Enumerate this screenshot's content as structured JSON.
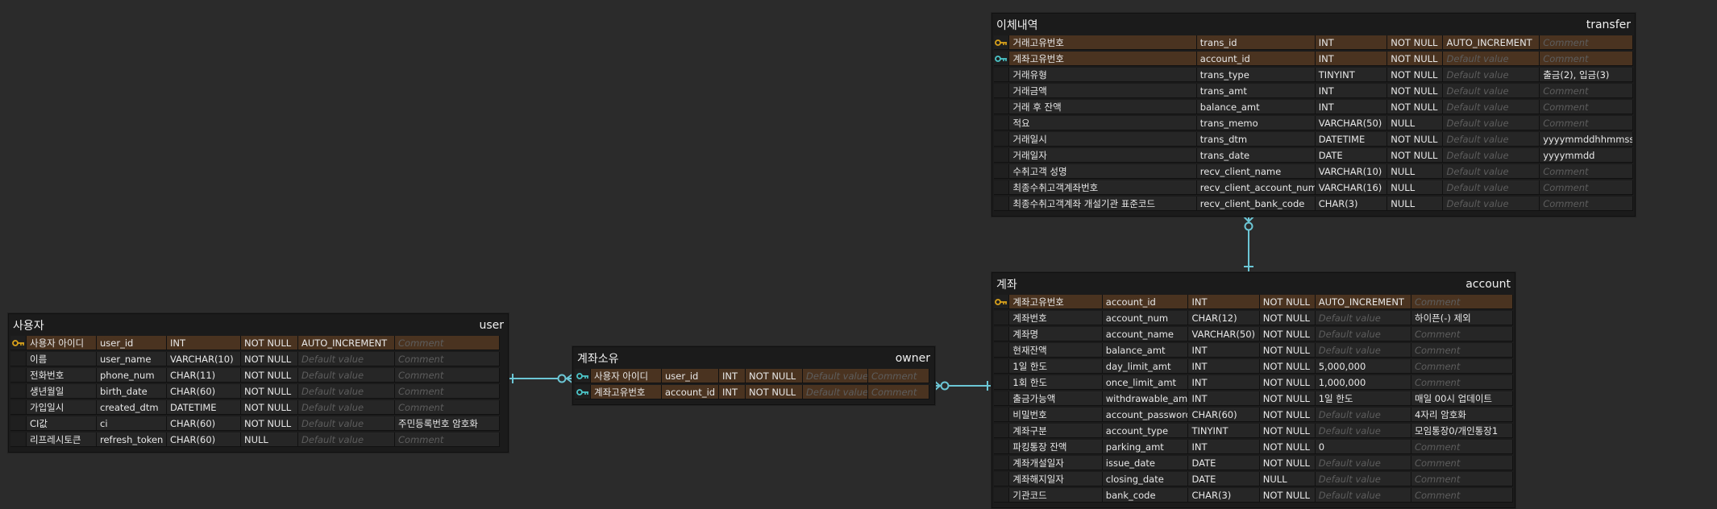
{
  "colors": {
    "pk_key": "#d9a21b",
    "fk_key": "#4cc6c9",
    "relation_line": "#6cc7d6"
  },
  "entities": {
    "transfer": {
      "logical_name": "이체내역",
      "physical_name": "transfer",
      "rows": [
        {
          "key": "pk",
          "logical": "거래고유번호",
          "physical": "trans_id",
          "type": "INT",
          "nullable": "NOT NULL",
          "default": "AUTO_INCREMENT",
          "comment": "Comment"
        },
        {
          "key": "fk",
          "logical": "계좌고유번호",
          "physical": "account_id",
          "type": "INT",
          "nullable": "NOT NULL",
          "default": "Default value",
          "comment": "Comment"
        },
        {
          "key": "",
          "logical": "거래유형",
          "physical": "trans_type",
          "type": "TINYINT",
          "nullable": "NOT NULL",
          "default": "Default value",
          "comment": "출금(2), 입금(3)"
        },
        {
          "key": "",
          "logical": "거래금액",
          "physical": "trans_amt",
          "type": "INT",
          "nullable": "NOT NULL",
          "default": "Default value",
          "comment": "Comment"
        },
        {
          "key": "",
          "logical": "거래 후 잔액",
          "physical": "balance_amt",
          "type": "INT",
          "nullable": "NOT NULL",
          "default": "Default value",
          "comment": "Comment"
        },
        {
          "key": "",
          "logical": "적요",
          "physical": "trans_memo",
          "type": "VARCHAR(50)",
          "nullable": "NULL",
          "default": "Default value",
          "comment": "Comment"
        },
        {
          "key": "",
          "logical": "거래일시",
          "physical": "trans_dtm",
          "type": "DATETIME",
          "nullable": "NOT NULL",
          "default": "Default value",
          "comment": "yyyymmddhhmmss"
        },
        {
          "key": "",
          "logical": "거래일자",
          "physical": "trans_date",
          "type": "DATE",
          "nullable": "NOT NULL",
          "default": "Default value",
          "comment": "yyyymmdd"
        },
        {
          "key": "",
          "logical": "수취고객 성명",
          "physical": "recv_client_name",
          "type": "VARCHAR(10)",
          "nullable": "NULL",
          "default": "Default value",
          "comment": "Comment"
        },
        {
          "key": "",
          "logical": "최종수취고객계좌번호",
          "physical": "recv_client_account_num",
          "type": "VARCHAR(16)",
          "nullable": "NULL",
          "default": "Default value",
          "comment": "Comment"
        },
        {
          "key": "",
          "logical": "최종수취고객계좌 개설기관 표준코드",
          "physical": "recv_client_bank_code",
          "type": "CHAR(3)",
          "nullable": "NULL",
          "default": "Default value",
          "comment": "Comment"
        }
      ]
    },
    "account": {
      "logical_name": "계좌",
      "physical_name": "account",
      "rows": [
        {
          "key": "pk",
          "logical": "계좌고유번호",
          "physical": "account_id",
          "type": "INT",
          "nullable": "NOT NULL",
          "default": "AUTO_INCREMENT",
          "comment": "Comment"
        },
        {
          "key": "",
          "logical": "계좌번호",
          "physical": "account_num",
          "type": "CHAR(12)",
          "nullable": "NOT NULL",
          "default": "Default value",
          "comment": "하이픈(-) 제외"
        },
        {
          "key": "",
          "logical": "계좌명",
          "physical": "account_name",
          "type": "VARCHAR(50)",
          "nullable": "NOT NULL",
          "default": "Default value",
          "comment": "Comment"
        },
        {
          "key": "",
          "logical": "현재잔액",
          "physical": "balance_amt",
          "type": "INT",
          "nullable": "NOT NULL",
          "default": "Default value",
          "comment": "Comment"
        },
        {
          "key": "",
          "logical": "1일 한도",
          "physical": "day_limit_amt",
          "type": "INT",
          "nullable": "NOT NULL",
          "default": "5,000,000",
          "comment": "Comment"
        },
        {
          "key": "",
          "logical": "1회 한도",
          "physical": "once_limit_amt",
          "type": "INT",
          "nullable": "NOT NULL",
          "default": "1,000,000",
          "comment": "Comment"
        },
        {
          "key": "",
          "logical": "출금가능액",
          "physical": "withdrawable_amt",
          "type": "INT",
          "nullable": "NOT NULL",
          "default": "1일 한도",
          "comment": "매일 00시 업데이트"
        },
        {
          "key": "",
          "logical": "비밀번호",
          "physical": "account_password",
          "type": "CHAR(60)",
          "nullable": "NOT NULL",
          "default": "Default value",
          "comment": "4자리 암호화"
        },
        {
          "key": "",
          "logical": "계좌구분",
          "physical": "account_type",
          "type": "TINYINT",
          "nullable": "NOT NULL",
          "default": "Default value",
          "comment": "모임통장0/개인통장1"
        },
        {
          "key": "",
          "logical": "파킹통장 잔액",
          "physical": "parking_amt",
          "type": "INT",
          "nullable": "NOT NULL",
          "default": "0",
          "comment": "Comment"
        },
        {
          "key": "",
          "logical": "계좌개설일자",
          "physical": "issue_date",
          "type": "DATE",
          "nullable": "NOT NULL",
          "default": "Default value",
          "comment": "Comment"
        },
        {
          "key": "",
          "logical": "계좌해지일자",
          "physical": "closing_date",
          "type": "DATE",
          "nullable": "NULL",
          "default": "Default value",
          "comment": "Comment"
        },
        {
          "key": "",
          "logical": "기관코드",
          "physical": "bank_code",
          "type": "CHAR(3)",
          "nullable": "NOT NULL",
          "default": "Default value",
          "comment": "Comment"
        }
      ]
    },
    "owner": {
      "logical_name": "계좌소유",
      "physical_name": "owner",
      "rows": [
        {
          "key": "fk",
          "logical": "사용자 아이디",
          "physical": "user_id",
          "type": "INT",
          "nullable": "NOT NULL",
          "default": "Default value",
          "comment": "Comment"
        },
        {
          "key": "fk",
          "logical": "계좌고유번호",
          "physical": "account_id",
          "type": "INT",
          "nullable": "NOT NULL",
          "default": "Default value",
          "comment": "Comment"
        }
      ]
    },
    "user": {
      "logical_name": "사용자",
      "physical_name": "user",
      "rows": [
        {
          "key": "pk",
          "logical": "사용자 아이디",
          "physical": "user_id",
          "type": "INT",
          "nullable": "NOT NULL",
          "default": "AUTO_INCREMENT",
          "comment": "Comment"
        },
        {
          "key": "",
          "logical": "이름",
          "physical": "user_name",
          "type": "VARCHAR(10)",
          "nullable": "NOT NULL",
          "default": "Default value",
          "comment": "Comment"
        },
        {
          "key": "",
          "logical": "전화번호",
          "physical": "phone_num",
          "type": "CHAR(11)",
          "nullable": "NOT NULL",
          "default": "Default value",
          "comment": "Comment"
        },
        {
          "key": "",
          "logical": "생년월일",
          "physical": "birth_date",
          "type": "CHAR(60)",
          "nullable": "NOT NULL",
          "default": "Default value",
          "comment": "Comment"
        },
        {
          "key": "",
          "logical": "가입일시",
          "physical": "created_dtm",
          "type": "DATETIME",
          "nullable": "NOT NULL",
          "default": "Default value",
          "comment": "Comment"
        },
        {
          "key": "",
          "logical": "CI값",
          "physical": "ci",
          "type": "CHAR(60)",
          "nullable": "NOT NULL",
          "default": "Default value",
          "comment": "주민등록번호 암호화"
        },
        {
          "key": "",
          "logical": "리프레시토큰",
          "physical": "refresh_token",
          "type": "CHAR(60)",
          "nullable": "NULL",
          "default": "Default value",
          "comment": "Comment"
        }
      ]
    }
  }
}
